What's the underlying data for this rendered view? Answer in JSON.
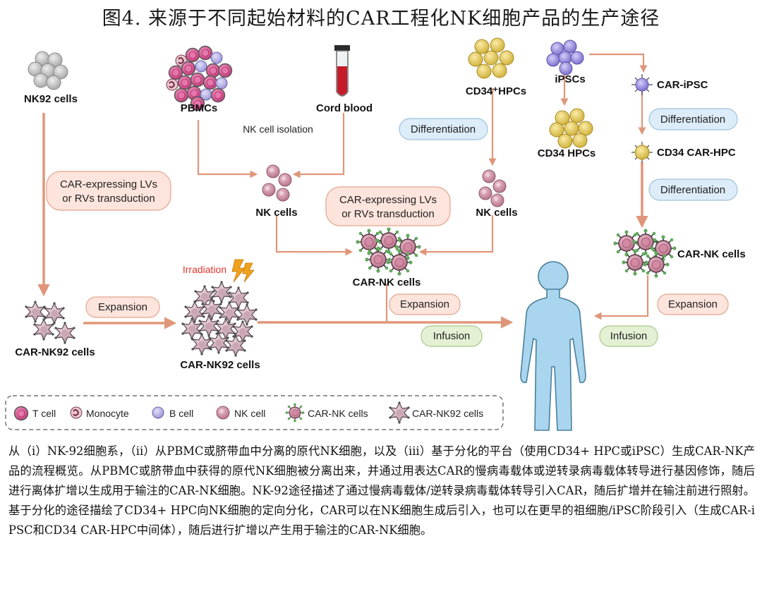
{
  "title": "图4. 来源于不同起始材料的CAR工程化NK细胞产品的生产途径",
  "labels": {
    "nk92_cells": "NK92 cells",
    "pbmcs": "PBMCs",
    "cord_blood": "Cord blood",
    "nk_cell_isolation": "NK cell isolation",
    "cd34p_hpcs": "CD34⁺HPCs",
    "ipscs": "iPSCs",
    "car_ipsc": "CAR-iPSC",
    "cd34_hpcs": "CD34 HPCs",
    "cd34_car_hpc": "CD34 CAR-HPC",
    "nk_cells_left": "NK cells",
    "nk_cells_right": "NK cells",
    "car_nk_cells_center": "CAR-NK cells",
    "car_nk_cells_right": "CAR-NK cells",
    "car_nk92_cells_left": "CAR-NK92 cells",
    "car_nk92_cells_center": "CAR-NK92 cells",
    "irradiation": "Irradiation"
  },
  "pills": {
    "transduction_left_l1": "CAR-expressing LVs",
    "transduction_left_l2": "or RVs transduction",
    "transduction_center_l1": "CAR-expressing LVs",
    "transduction_center_l2": "or RVs transduction",
    "differentiation_1": "Differentiation",
    "differentiation_2": "Differentiation",
    "differentiation_3": "Differentiation",
    "expansion_left": "Expansion",
    "expansion_center": "Expansion",
    "expansion_right": "Expansion",
    "infusion_center": "Infusion",
    "infusion_right": "Infusion"
  },
  "legend": {
    "t_cell": "T cell",
    "monocyte": "Monocyte",
    "b_cell": "B cell",
    "nk_cell": "NK cell",
    "car_nk_cells": "CAR-NK cells",
    "car_nk92_cells": "CAR-NK92 cells"
  },
  "caption": "从（i）NK-92细胞系，（ii）从PBMC或脐带血中分离的原代NK细胞，以及（iii）基于分化的平台（使用CD34+ HPC或iPSC）生成CAR-NK产品的流程概览。从PBMC或脐带血中获得的原代NK细胞被分离出来，并通过用表达CAR的慢病毒载体或逆转录病毒载体转导进行基因修饰，随后进行离体扩增以生成用于输注的CAR-NK细胞。NK-92途径描述了通过慢病毒载体/逆转录病毒载体转导引入CAR，随后扩增并在输注前进行照射。基于分化的途径描绘了CD34+ HPC向NK细胞的定向分化，CAR可以在NK细胞生成后引入，也可以在更早的祖细胞/iPSC阶段引入（生成CAR-iPSC和CD34 CAR-HPC中间体），随后进行扩增以产生用于输注的CAR-NK细胞。",
  "colors": {
    "arrow": "#e0967a",
    "pill_pink": "#fde4dc",
    "pill_blue": "#dcecf8",
    "pill_green": "#e4f0d4",
    "nk_cell": "#c98ba0",
    "t_cell": "#d9508e",
    "b_cell": "#b7b3e6",
    "cd34": "#e8cf63",
    "ipsc": "#9f94e0",
    "body": "#a9d6ee"
  }
}
